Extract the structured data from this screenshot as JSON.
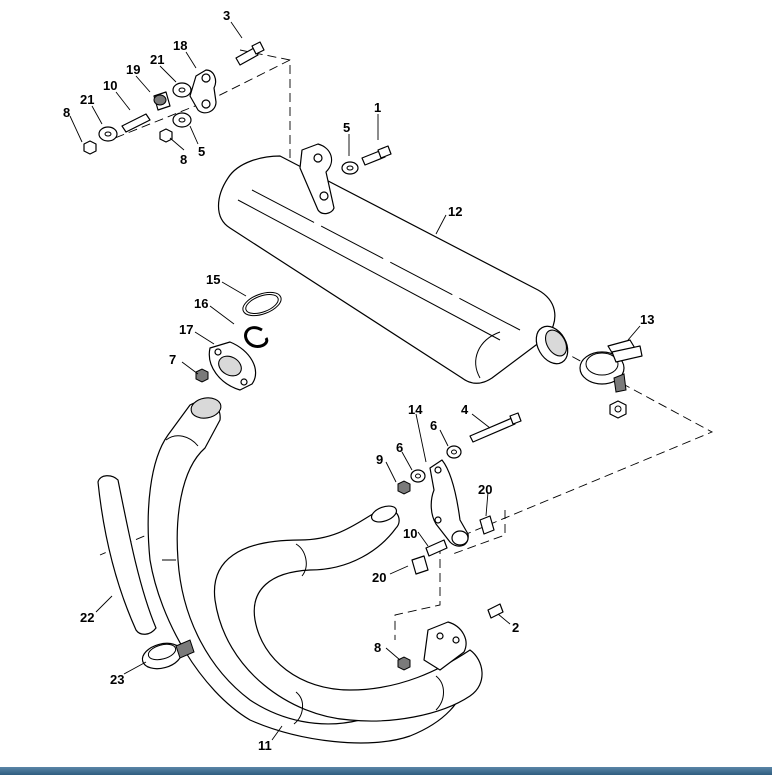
{
  "diagram": {
    "callouts": {
      "c1": "1",
      "c2": "2",
      "c3": "3",
      "c4": "4",
      "c5a": "5",
      "c5b": "5",
      "c6a": "6",
      "c6b": "6",
      "c7": "7",
      "c8a": "8",
      "c8b": "8",
      "c8c": "8",
      "c9": "9",
      "c10a": "10",
      "c10b": "10",
      "c11": "11",
      "c12": "12",
      "c13": "13",
      "c14": "14",
      "c15": "15",
      "c16": "16",
      "c17": "17",
      "c18": "18",
      "c19": "19",
      "c20a": "20",
      "c20b": "20",
      "c21a": "21",
      "c21b": "21",
      "c22": "22",
      "c23": "23"
    }
  },
  "colors": {
    "line": "#000000",
    "background": "#ffffff",
    "bottom_bar": "#2f5d80"
  }
}
